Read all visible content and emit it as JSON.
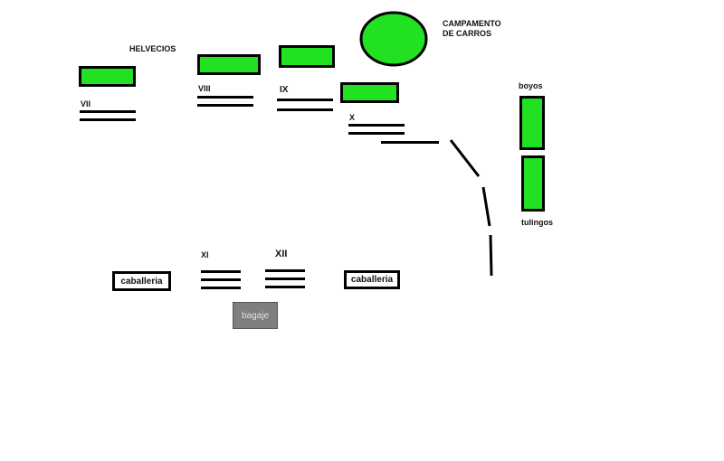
{
  "labels": {
    "helvecios": "HELVECIOS",
    "campamento_line1": "CAMPAMENTO",
    "campamento_line2": "DE CARROS",
    "vii": "VII",
    "viii": "VIII",
    "ix": "IX",
    "x": "X",
    "xi": "XI",
    "xii": "XII",
    "boyos": "boyos",
    "tulingos": "tulingos",
    "caballeria_left": "caballeria",
    "caballeria_right": "caballeria",
    "bagaje": "bagaje"
  },
  "colors": {
    "enemy_fill": "#22e022",
    "outline": "#000000",
    "baggage_fill": "#7f7f7f"
  }
}
